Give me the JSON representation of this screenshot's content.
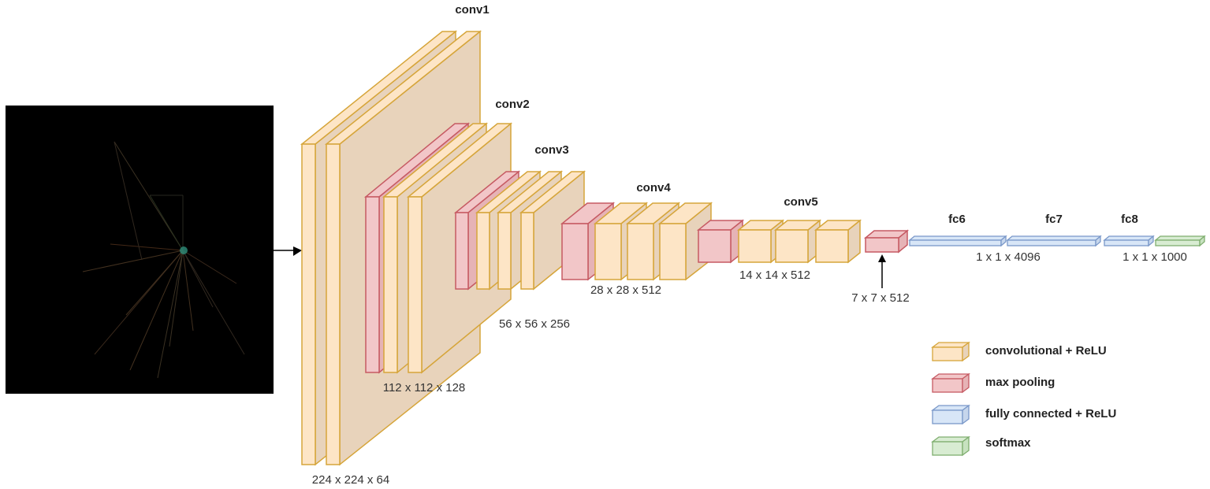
{
  "layers": {
    "conv1": "conv1",
    "conv2": "conv2",
    "conv3": "conv3",
    "conv4": "conv4",
    "conv5": "conv5",
    "fc6": "fc6",
    "fc7": "fc7",
    "fc8": "fc8"
  },
  "dims": {
    "d224": "224 x 224 x 64",
    "d112": "112 x 112 x 128",
    "d56": "56 x 56 x 256",
    "d28": "28 x 28 x 512",
    "d14": "14 x 14 x 512",
    "d7": "7 x 7 x 512",
    "d4096": "1 x 1 x 4096",
    "d1000": "1 x 1 x 1000"
  },
  "legend": {
    "conv": "convolutional + ReLU",
    "pool": "max pooling",
    "fc": "fully connected + ReLU",
    "softmax": "softmax"
  },
  "colors": {
    "conv_front": "#fde5c6",
    "conv_side": "#e8d3bb",
    "conv_stroke": "#d6a53a",
    "pool_front": "#f2c6c8",
    "pool_side": "#e6b3b6",
    "pool_stroke": "#c65a63",
    "fc_front": "#d8e6f7",
    "fc_stroke": "#7a98c9",
    "softmax_front": "#d8ecd2",
    "softmax_stroke": "#7fae6f",
    "input_bg": "#000000"
  }
}
